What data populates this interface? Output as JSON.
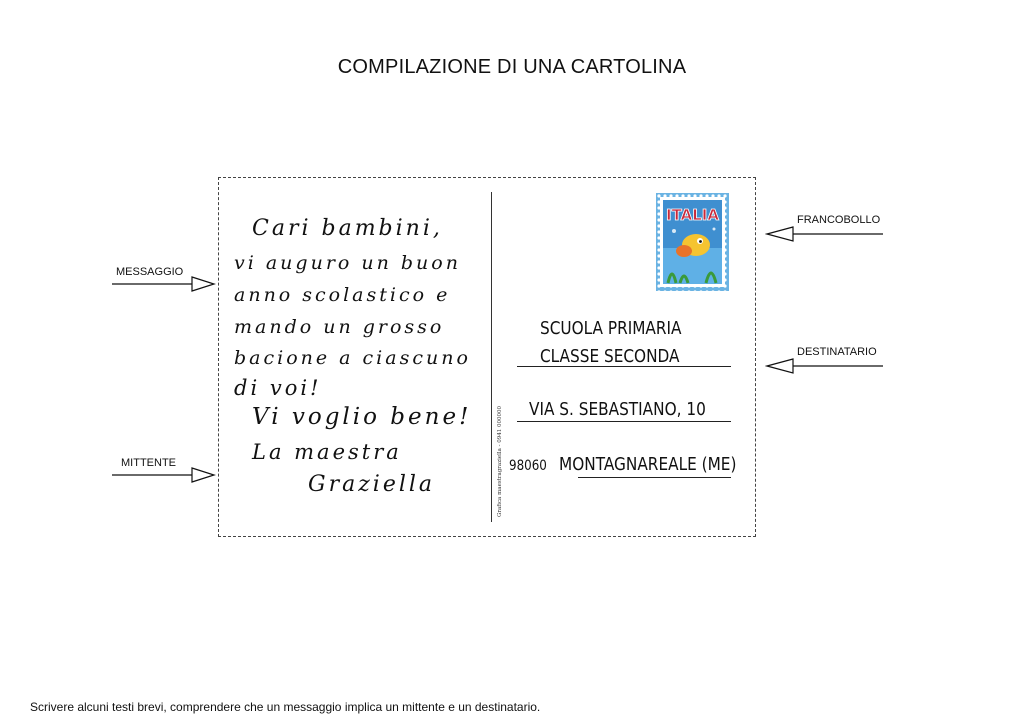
{
  "title": "COMPILAZIONE DI UNA CARTOLINA",
  "message_lines": [
    "Cari bambini,",
    "vi auguro un buon",
    "anno scolastico e",
    "mando un grosso",
    "bacione a ciascuno",
    "di voi!",
    "Vi voglio bene!",
    "La maestra",
    "Graziella"
  ],
  "address": {
    "line1": "SCUOLA PRIMARIA",
    "line2": "CLASSE SECONDA",
    "street": "VIA S. SEBASTIANO, 10",
    "postal_code": "98060",
    "city": "MONTAGNAREALE (ME)"
  },
  "stamp": {
    "text": "ITALIA"
  },
  "vertical_credit": "Grafica maestragraziella - 0941 000000",
  "labels": {
    "messaggio": "MESSAGGIO",
    "mittente": "MITTENTE",
    "francobollo": "FRANCOBOLLO",
    "destinatario": "DESTINATARIO"
  },
  "footer": "Scrivere alcuni testi brevi, comprendere che un messaggio implica un mittente e un destinatario.",
  "colors": {
    "stamp_blue": "#3f8fd0",
    "stamp_red": "#c8283a",
    "stamp_yellow": "#f5c431"
  }
}
